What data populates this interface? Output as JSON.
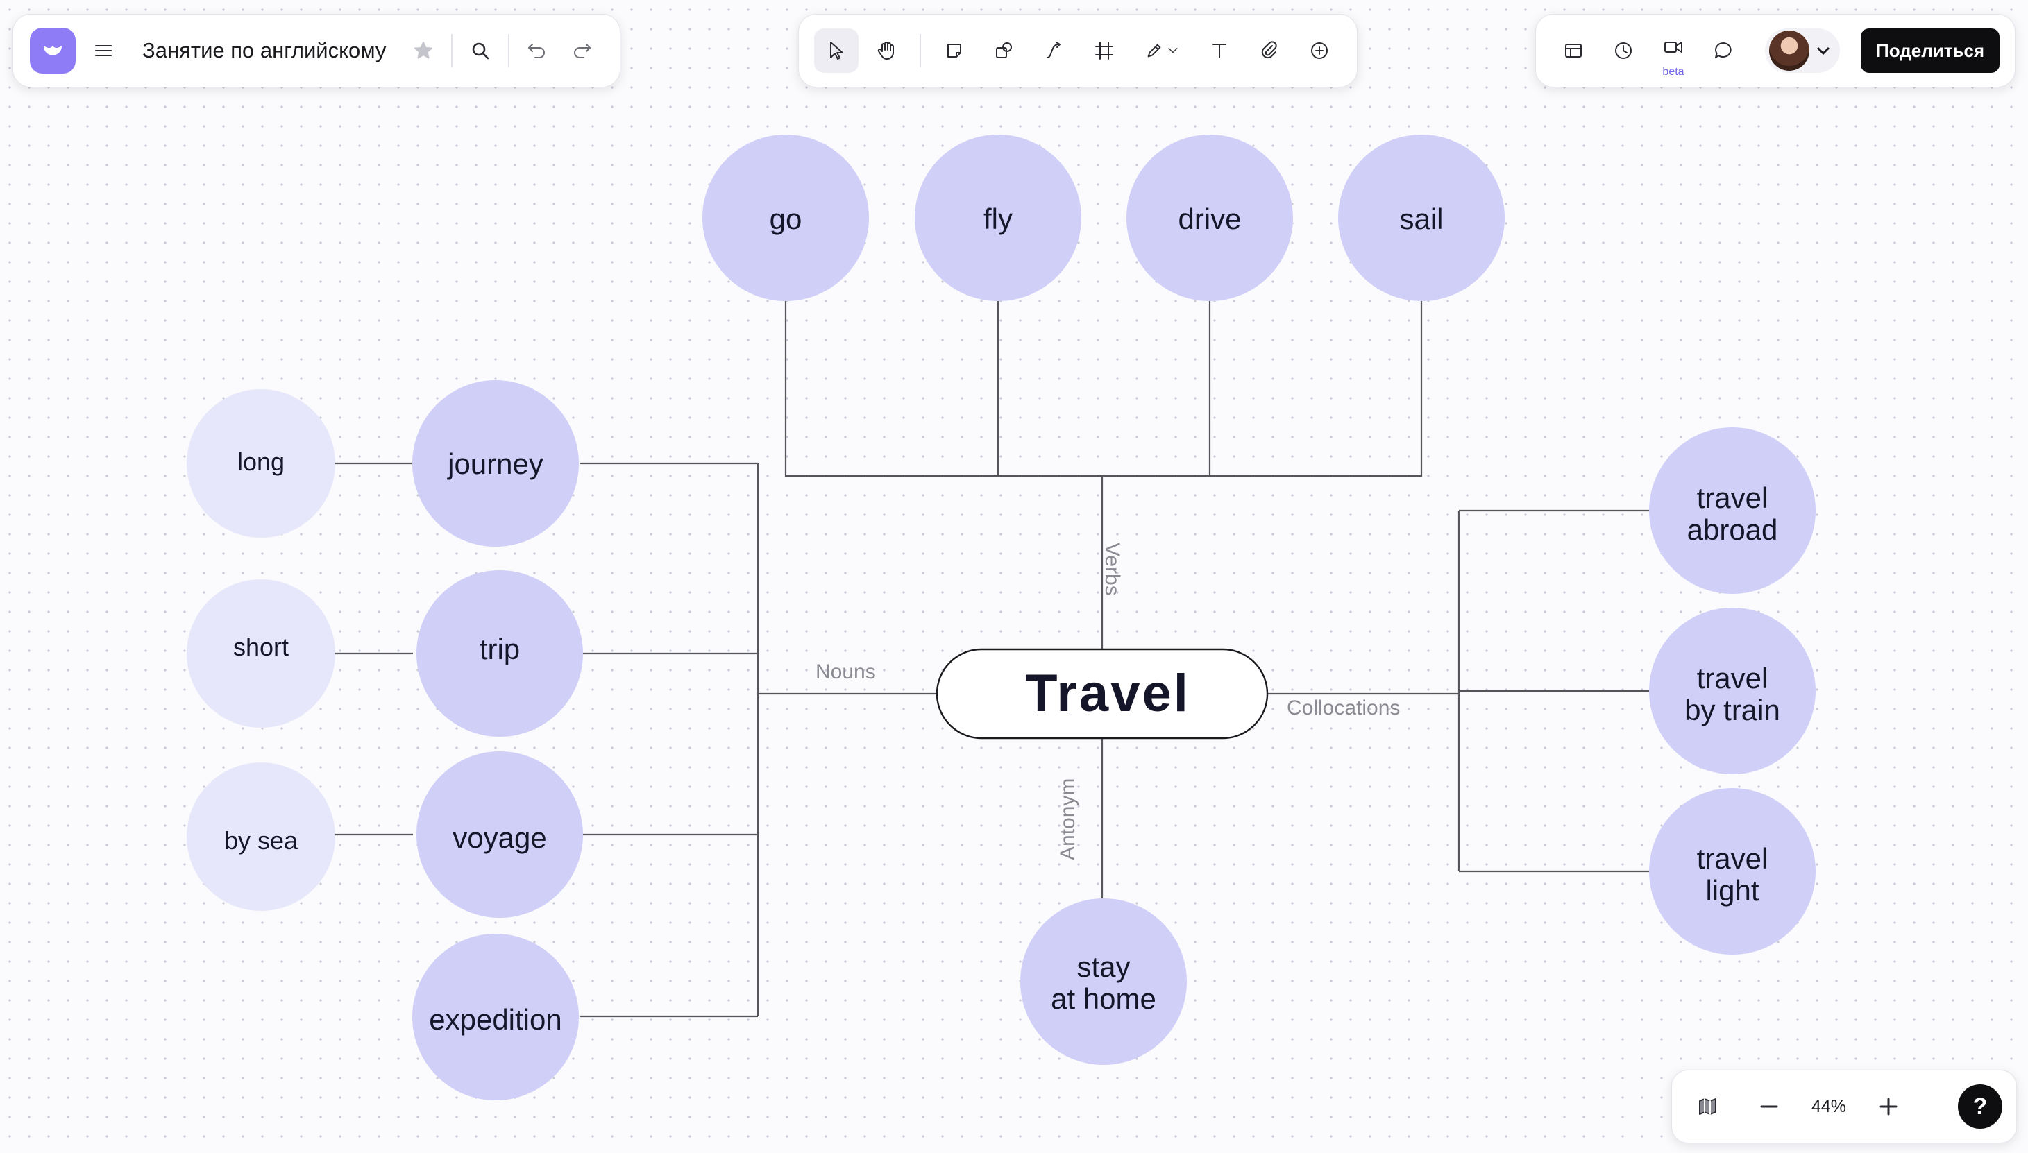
{
  "toolbar_left": {
    "doc_title": "Занятие по английскому"
  },
  "toolbar_center": {
    "tools": [
      "select",
      "hand",
      "sticker",
      "shapes",
      "connector",
      "frame",
      "pen",
      "text",
      "attach",
      "add"
    ]
  },
  "toolbar_right": {
    "video_badge": "beta",
    "share_label": "Поделиться"
  },
  "zoom": {
    "value": "44%"
  },
  "colors": {
    "accent": "#8d7cf6",
    "node_primary": "#d0cff8",
    "node_secondary": "#e7e7fb",
    "title_text": "#3f3a7a",
    "line": "#55555c"
  },
  "mindmap": {
    "center": "Travel",
    "branches": {
      "verbs": {
        "label": "Verbs",
        "items": [
          "go",
          "fly",
          "drive",
          "sail"
        ]
      },
      "nouns": {
        "label": "Nouns",
        "items": [
          "journey",
          "trip",
          "voyage",
          "expedition"
        ],
        "adjectives": [
          "long",
          "short",
          "by sea"
        ]
      },
      "collocations": {
        "label": "Collocations",
        "items": [
          [
            "travel",
            "abroad"
          ],
          [
            "travel",
            "by train"
          ],
          [
            "travel",
            "light"
          ]
        ]
      },
      "antonym": {
        "label": "Antonym",
        "item": [
          "stay",
          "at home"
        ]
      }
    }
  }
}
